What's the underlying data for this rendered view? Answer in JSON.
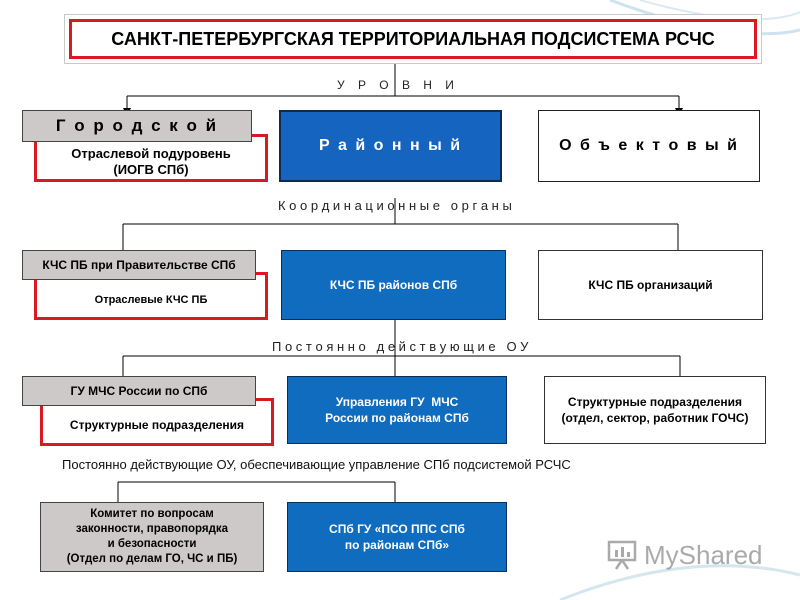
{
  "title": "САНКТ-ПЕТЕРБУРГСКАЯ ТЕРРИТОРИАЛЬНАЯ ПОДСИСТЕМА РСЧС",
  "levels_label": "У Р О В Н И",
  "levels": {
    "city": "Г о р о д с к о й",
    "city_sub": "Отраслевой подуровень\n(ИОГВ СПб)",
    "district": "Р а й о н н ы й",
    "object": "О б ъ е к т о в ы й"
  },
  "coord_label": "К о о р д и н а ц и о н н ы е   о р г а н ы",
  "coord": {
    "gov": "КЧС ПБ при Правительстве СПб",
    "gov_sub": "Отраслевые КЧС ПБ",
    "district": "КЧС ПБ районов СПб",
    "org": "КЧС ПБ организаций"
  },
  "perm_label": "П о с т о я н н о   д е й с т в у ю щ и е   О У",
  "perm": {
    "mchs": "ГУ  МЧС России по СПб",
    "mchs_sub": "Структурные подразделения",
    "district": "Управления ГУ  МЧС\nРоссии по районам СПб",
    "org": "Структурные подразделения\n(отдел, сектор, работник ГОЧС)"
  },
  "mgmt_label": "Постоянно действующие ОУ, обеспечивающие управление СПб подсистемой РСЧС",
  "mgmt": {
    "committee": "Комитет по вопросам\nзаконности, правопорядка\nи безопасности\n(Отдел по делам ГО, ЧС и ПБ)",
    "pso": "СПб ГУ «ПСО ППС СПб\nпо районам СПб»"
  },
  "watermark": "MyShared",
  "colors": {
    "blue": "#0f6cbf",
    "red": "#d91a23",
    "grey": "#cdc9c9"
  }
}
